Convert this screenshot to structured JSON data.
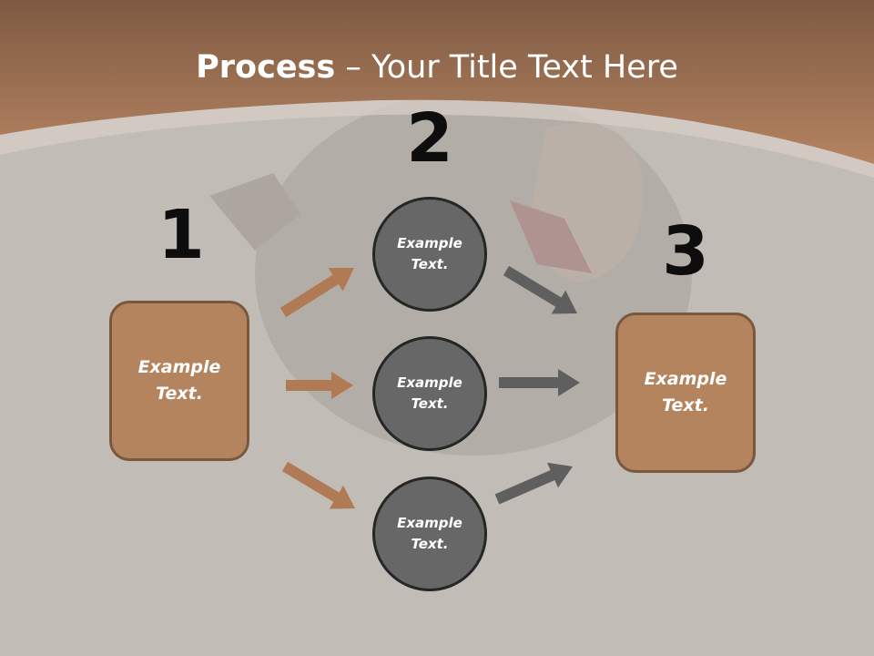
{
  "slide": {
    "title_bold": "Process",
    "title_rest": " – Your Title Text Here",
    "step_numbers": [
      "1",
      "2",
      "3"
    ],
    "left_box_text": "Example\nText.",
    "right_box_text": "Example\nText.",
    "circles": [
      "Example\nText.",
      "Example\nText.",
      "Example\nText."
    ]
  },
  "colors": {
    "header_brown": "#a8785a",
    "box_fill": "#b4845f",
    "box_border": "#7a583e",
    "circle_fill": "#676767",
    "circle_border": "#262626",
    "arrow_left": "#b07a55",
    "arrow_right": "#5f5f5f",
    "background": "#c2bcb7"
  }
}
